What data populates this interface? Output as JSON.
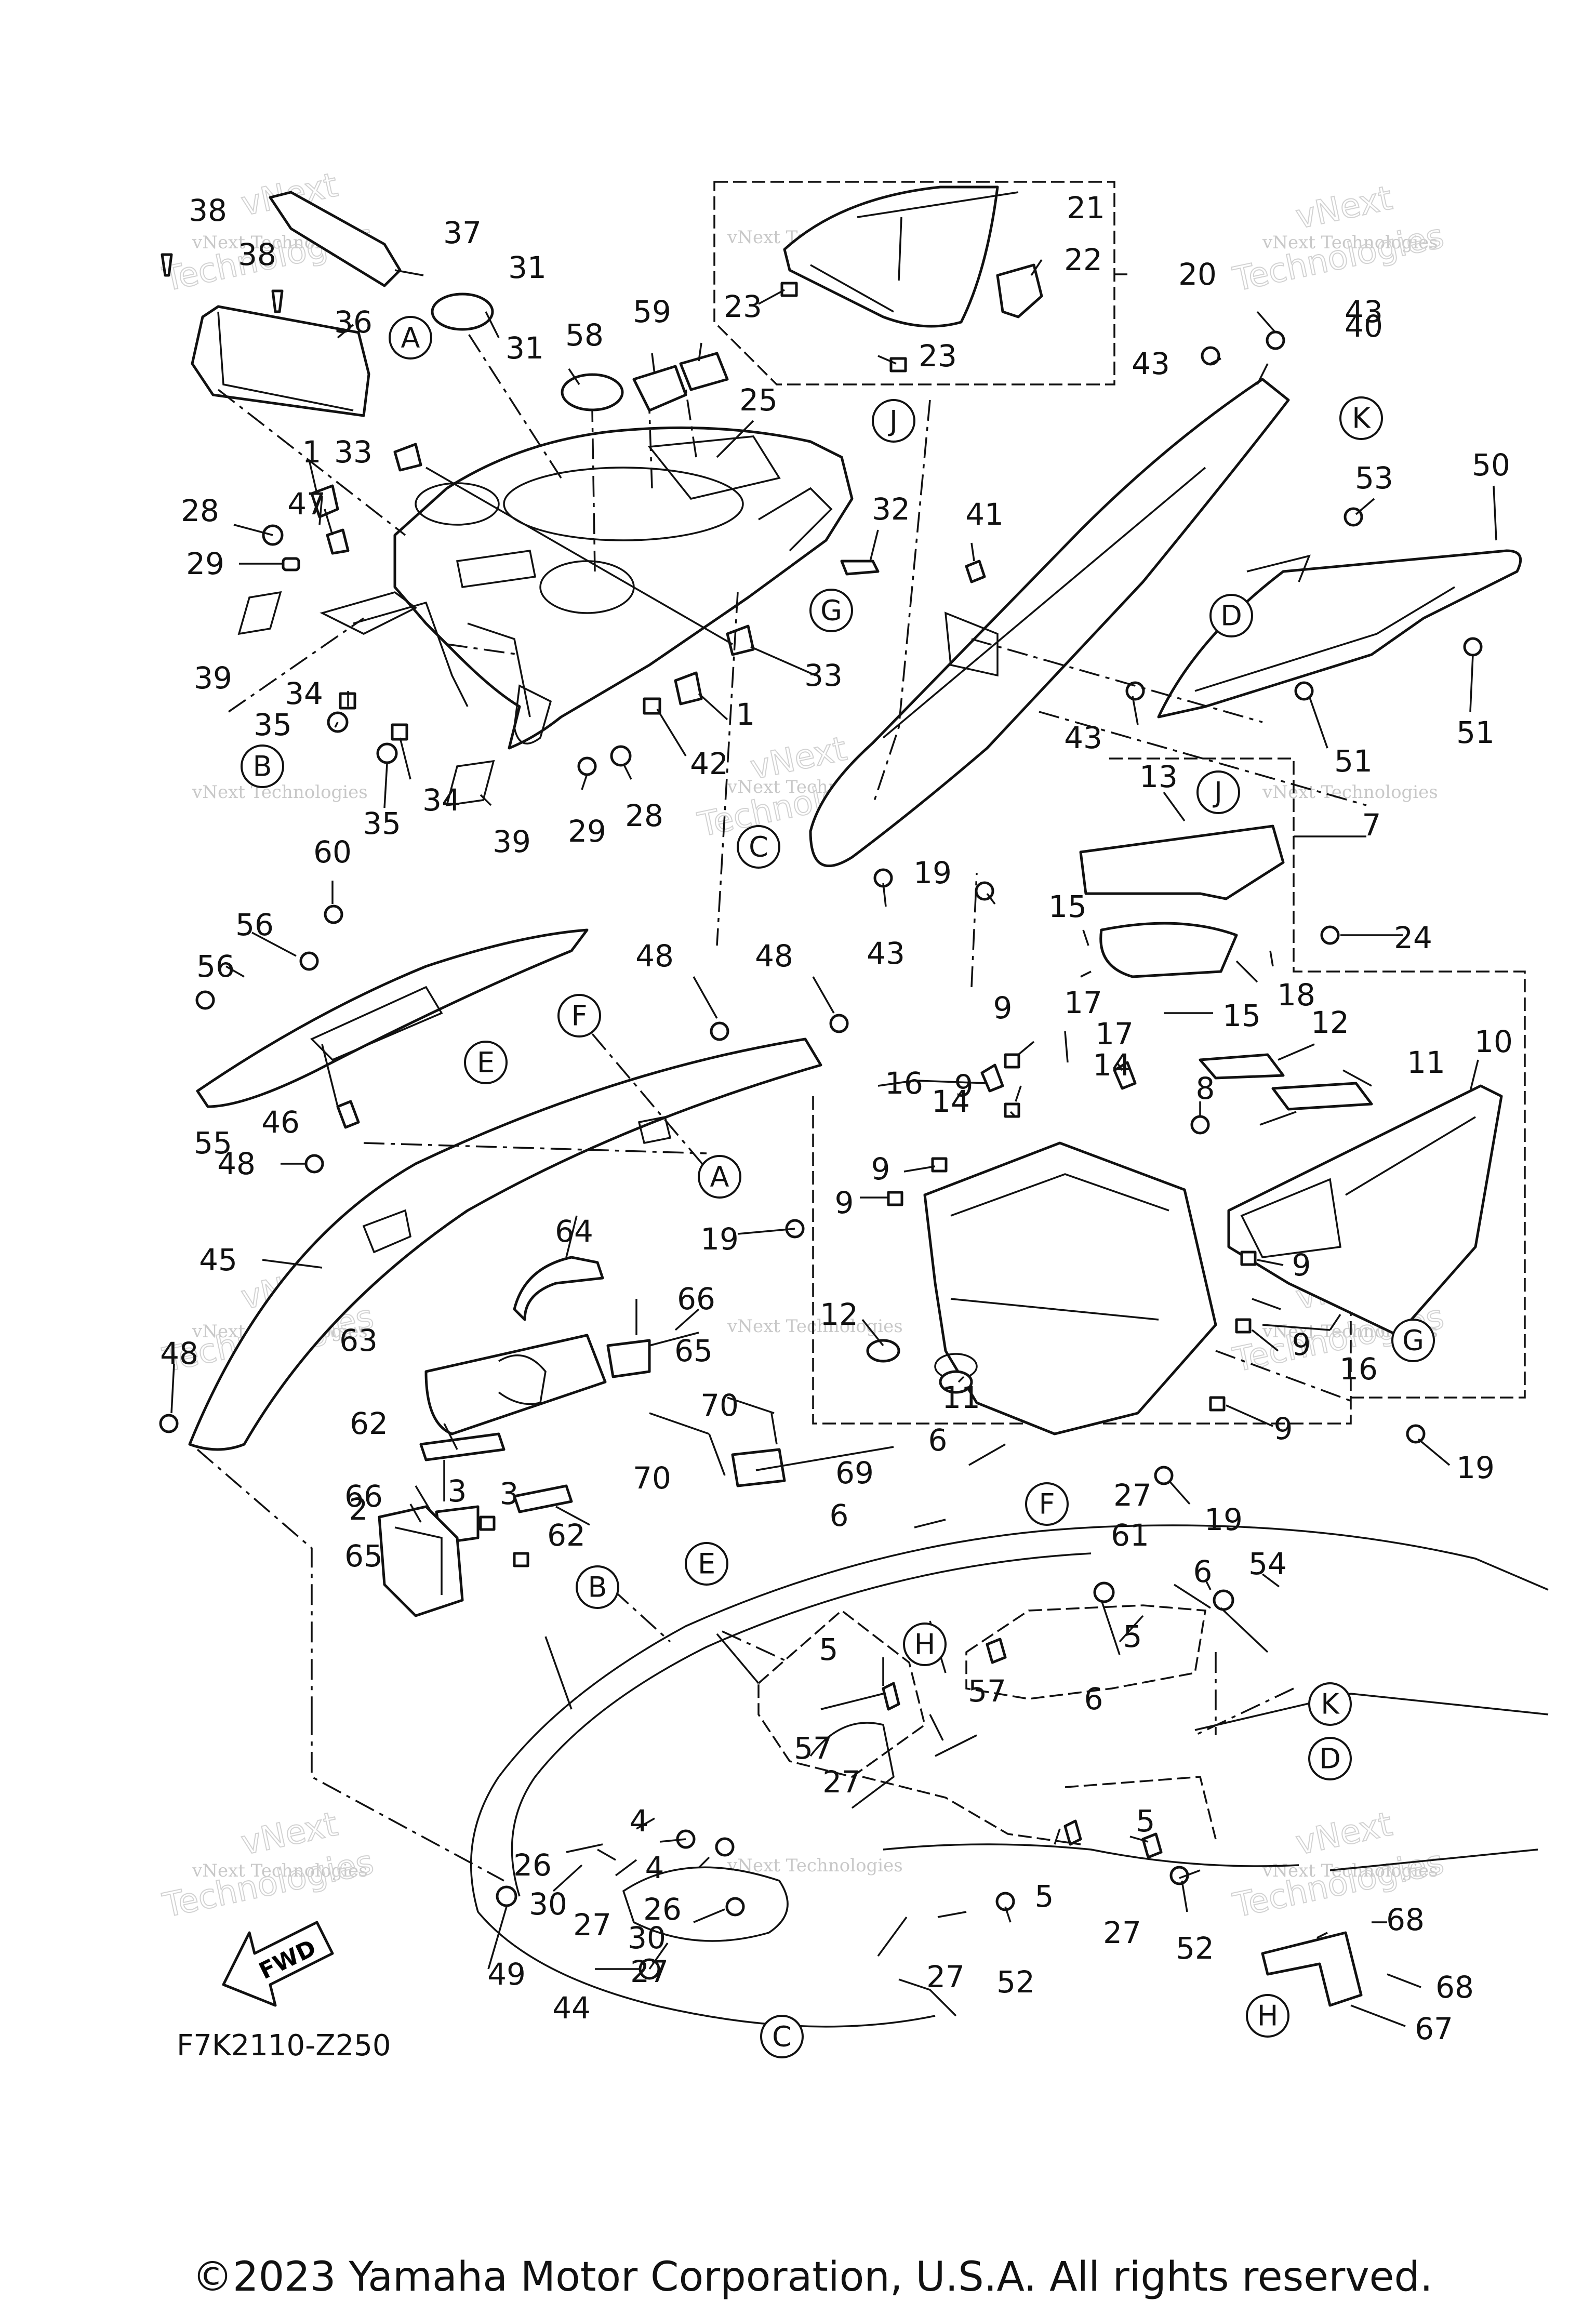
{
  "diagram_code": "F7K2110-Z250",
  "copyright": "©2023 Yamaha Motor Corporation, U.S.A. All rights reserved.",
  "watermark_line1": "vNext Technologies",
  "watermark_line2": "vNext",
  "watermark_line3": "Technologies",
  "fwd_label": "FWD",
  "part_labels": [
    "1",
    "2",
    "3",
    "4",
    "5",
    "6",
    "7",
    "8",
    "9",
    "10",
    "11",
    "12",
    "13",
    "14",
    "15",
    "16",
    "17",
    "18",
    "19",
    "20",
    "21",
    "22",
    "23",
    "24",
    "25",
    "26",
    "27",
    "28",
    "29",
    "30",
    "31",
    "32",
    "33",
    "34",
    "35",
    "36",
    "37",
    "38",
    "39",
    "40",
    "41",
    "42",
    "43",
    "44",
    "45",
    "46",
    "47",
    "48",
    "49",
    "50",
    "51",
    "52",
    "53",
    "54",
    "55",
    "56",
    "57",
    "58",
    "59",
    "60",
    "61",
    "62",
    "63",
    "64",
    "65",
    "66",
    "67",
    "68",
    "69",
    "70"
  ],
  "callout_letters": [
    "A",
    "B",
    "C",
    "D",
    "E",
    "F",
    "G",
    "H",
    "J",
    "K"
  ]
}
